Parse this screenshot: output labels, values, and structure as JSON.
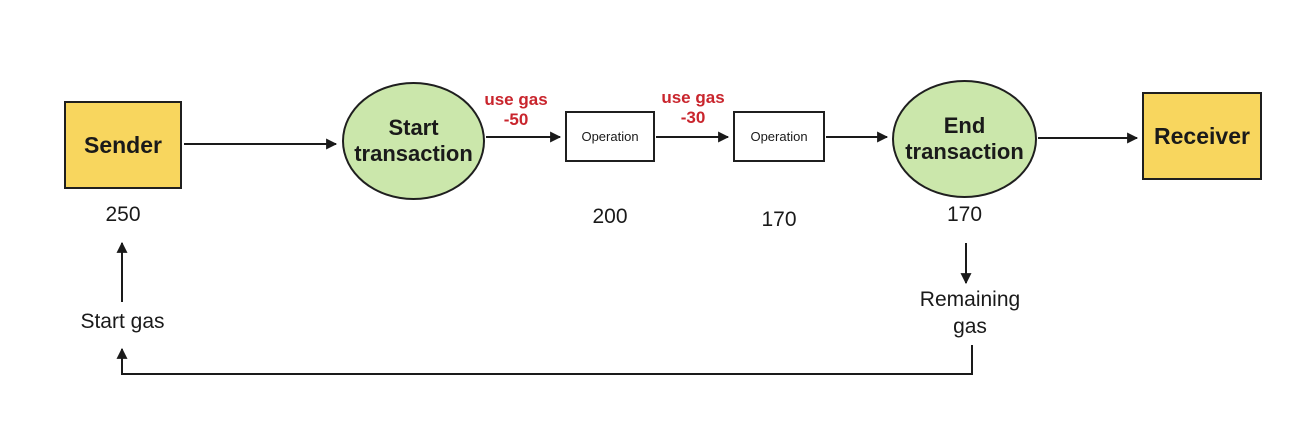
{
  "diagram": {
    "nodes": {
      "sender": {
        "label": "Sender",
        "value": "250"
      },
      "start_transaction": {
        "line1": "Start",
        "line2": "transaction"
      },
      "operation1": {
        "label": "Operation",
        "value": "200"
      },
      "operation2": {
        "label": "Operation",
        "value": "170"
      },
      "end_transaction": {
        "line1": "End",
        "line2": "transaction",
        "value": "170"
      },
      "receiver": {
        "label": "Receiver"
      }
    },
    "edges": {
      "use_gas_50": {
        "line1": "use gas",
        "line2": "-50"
      },
      "use_gas_30": {
        "line1": "use gas",
        "line2": "-30"
      }
    },
    "annotations": {
      "start_gas": "Start gas",
      "remaining_gas": {
        "line1": "Remaining",
        "line2": "gas"
      }
    },
    "colors": {
      "node_yellow": "#F8D65E",
      "node_green": "#CBE7AB",
      "edge_label_red": "#C9252D",
      "line_black": "#1a1a1a",
      "background": "#ffffff"
    }
  }
}
